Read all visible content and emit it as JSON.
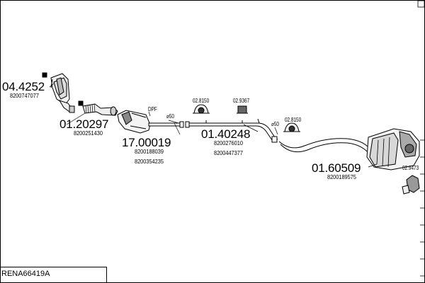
{
  "diagram": {
    "reference": "RENA66419A",
    "parts": [
      {
        "id": "front-pipe-cat",
        "number": "04.4252",
        "oem": [
          "8200747077"
        ]
      },
      {
        "id": "flex-pipe",
        "number": "01.20297",
        "oem": [
          "8200251430"
        ]
      },
      {
        "id": "dpf",
        "number": "17.00019",
        "oem": [
          "8200188039",
          "8200354235"
        ],
        "label": "DPF"
      },
      {
        "id": "middle-pipe",
        "number": "01.40248",
        "oem": [
          "8200276010",
          "8200447377"
        ]
      },
      {
        "id": "rear-silencer",
        "number": "01.60509",
        "oem": [
          "8200189575"
        ]
      }
    ],
    "accessories": [
      {
        "id": "rubber-mount-1",
        "number": "02.8150"
      },
      {
        "id": "rubber-mount-2",
        "number": "02.9367"
      },
      {
        "id": "rubber-mount-3",
        "number": "02.8150"
      },
      {
        "id": "bracket",
        "number": "02.9473"
      }
    ],
    "diameters": [
      "⌀50",
      "⌀50"
    ]
  }
}
